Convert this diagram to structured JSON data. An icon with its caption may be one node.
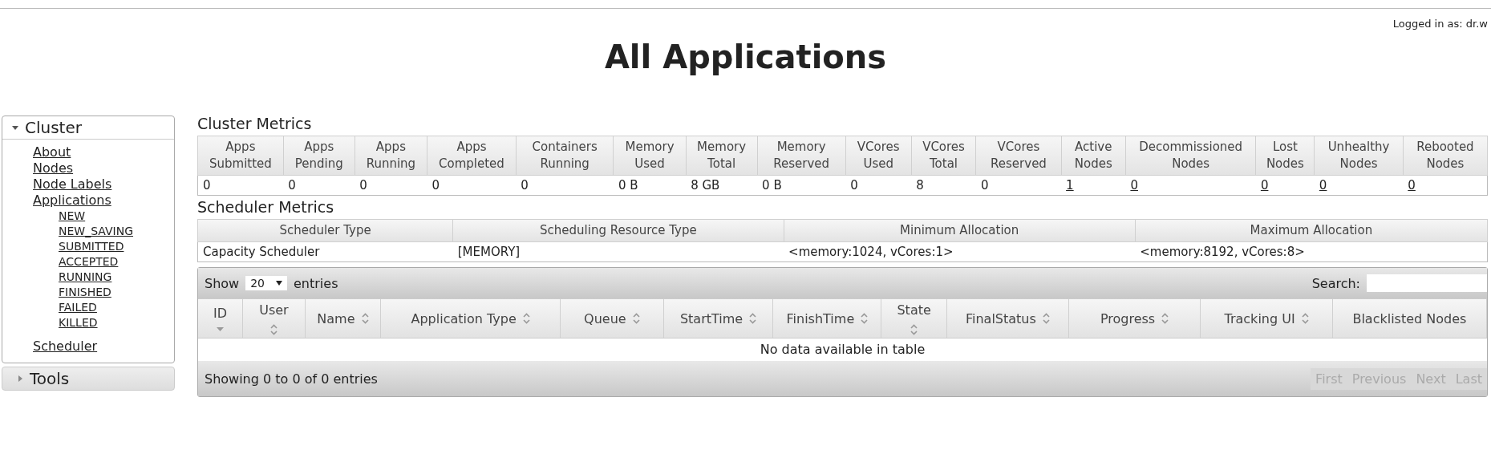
{
  "diagram": {
    "title": "All Applications",
    "nodes": [
      {
        "text": [
          "Cluster",
          "About",
          "Nodes",
          "Node Labels",
          "Applications",
          "NEW",
          "NEW_SAVING",
          "SUBMITTED",
          "ACCEPTED",
          "RUNNING",
          "FINISHED",
          "FAILED",
          "KILLED",
          "Scheduler"
        ]
      },
      {
        "text": [
          "Tools"
        ]
      },
      {
        "text": [
          "Cluster Metrics",
          "Apps Submitted",
          "Apps Pending",
          "Apps Running",
          "Apps Completed",
          "Containers Running",
          "Memory Used",
          "Memory Total",
          "Memory Reserved",
          "VCores Used",
          "VCores Total",
          "VCores Reserved",
          "Active Nodes",
          "Decommissioned Nodes",
          "Lost Nodes",
          "Unhealthy Nodes",
          "Rebooted Nodes",
          "0",
          "0",
          "0",
          "0",
          "0",
          "0 B",
          "8 GB",
          "0 B",
          "0",
          "8",
          "0",
          "1",
          "0",
          "0",
          "0",
          "0"
        ]
      },
      {
        "text": [
          "Scheduler Metrics",
          "Scheduler Type",
          "Scheduling Resource Type",
          "Minimum Allocation",
          "Maximum Allocation",
          "Capacity Scheduler",
          "[MEMORY]",
          "<memory:1024, vCores:1>",
          "<memory:8192, vCores:8>"
        ]
      },
      {
        "text": [
          "Show",
          "20",
          "entries",
          "Search:"
        ]
      },
      {
        "text": [
          "ID",
          "User",
          "Name",
          "Application Type",
          "Queue",
          "StartTime",
          "FinishTime",
          "State",
          "FinalStatus",
          "Progress",
          "Tracking UI",
          "Blacklisted Nodes"
        ]
      },
      {
        "text": [
          "No data available in table"
        ]
      },
      {
        "text": [
          "Showing 0 to 0 of 0 entries",
          "First",
          "Previous",
          "Next",
          "Last"
        ]
      }
    ],
    "labels": [
      "Logged in as: dr.w"
    ]
  }
}
